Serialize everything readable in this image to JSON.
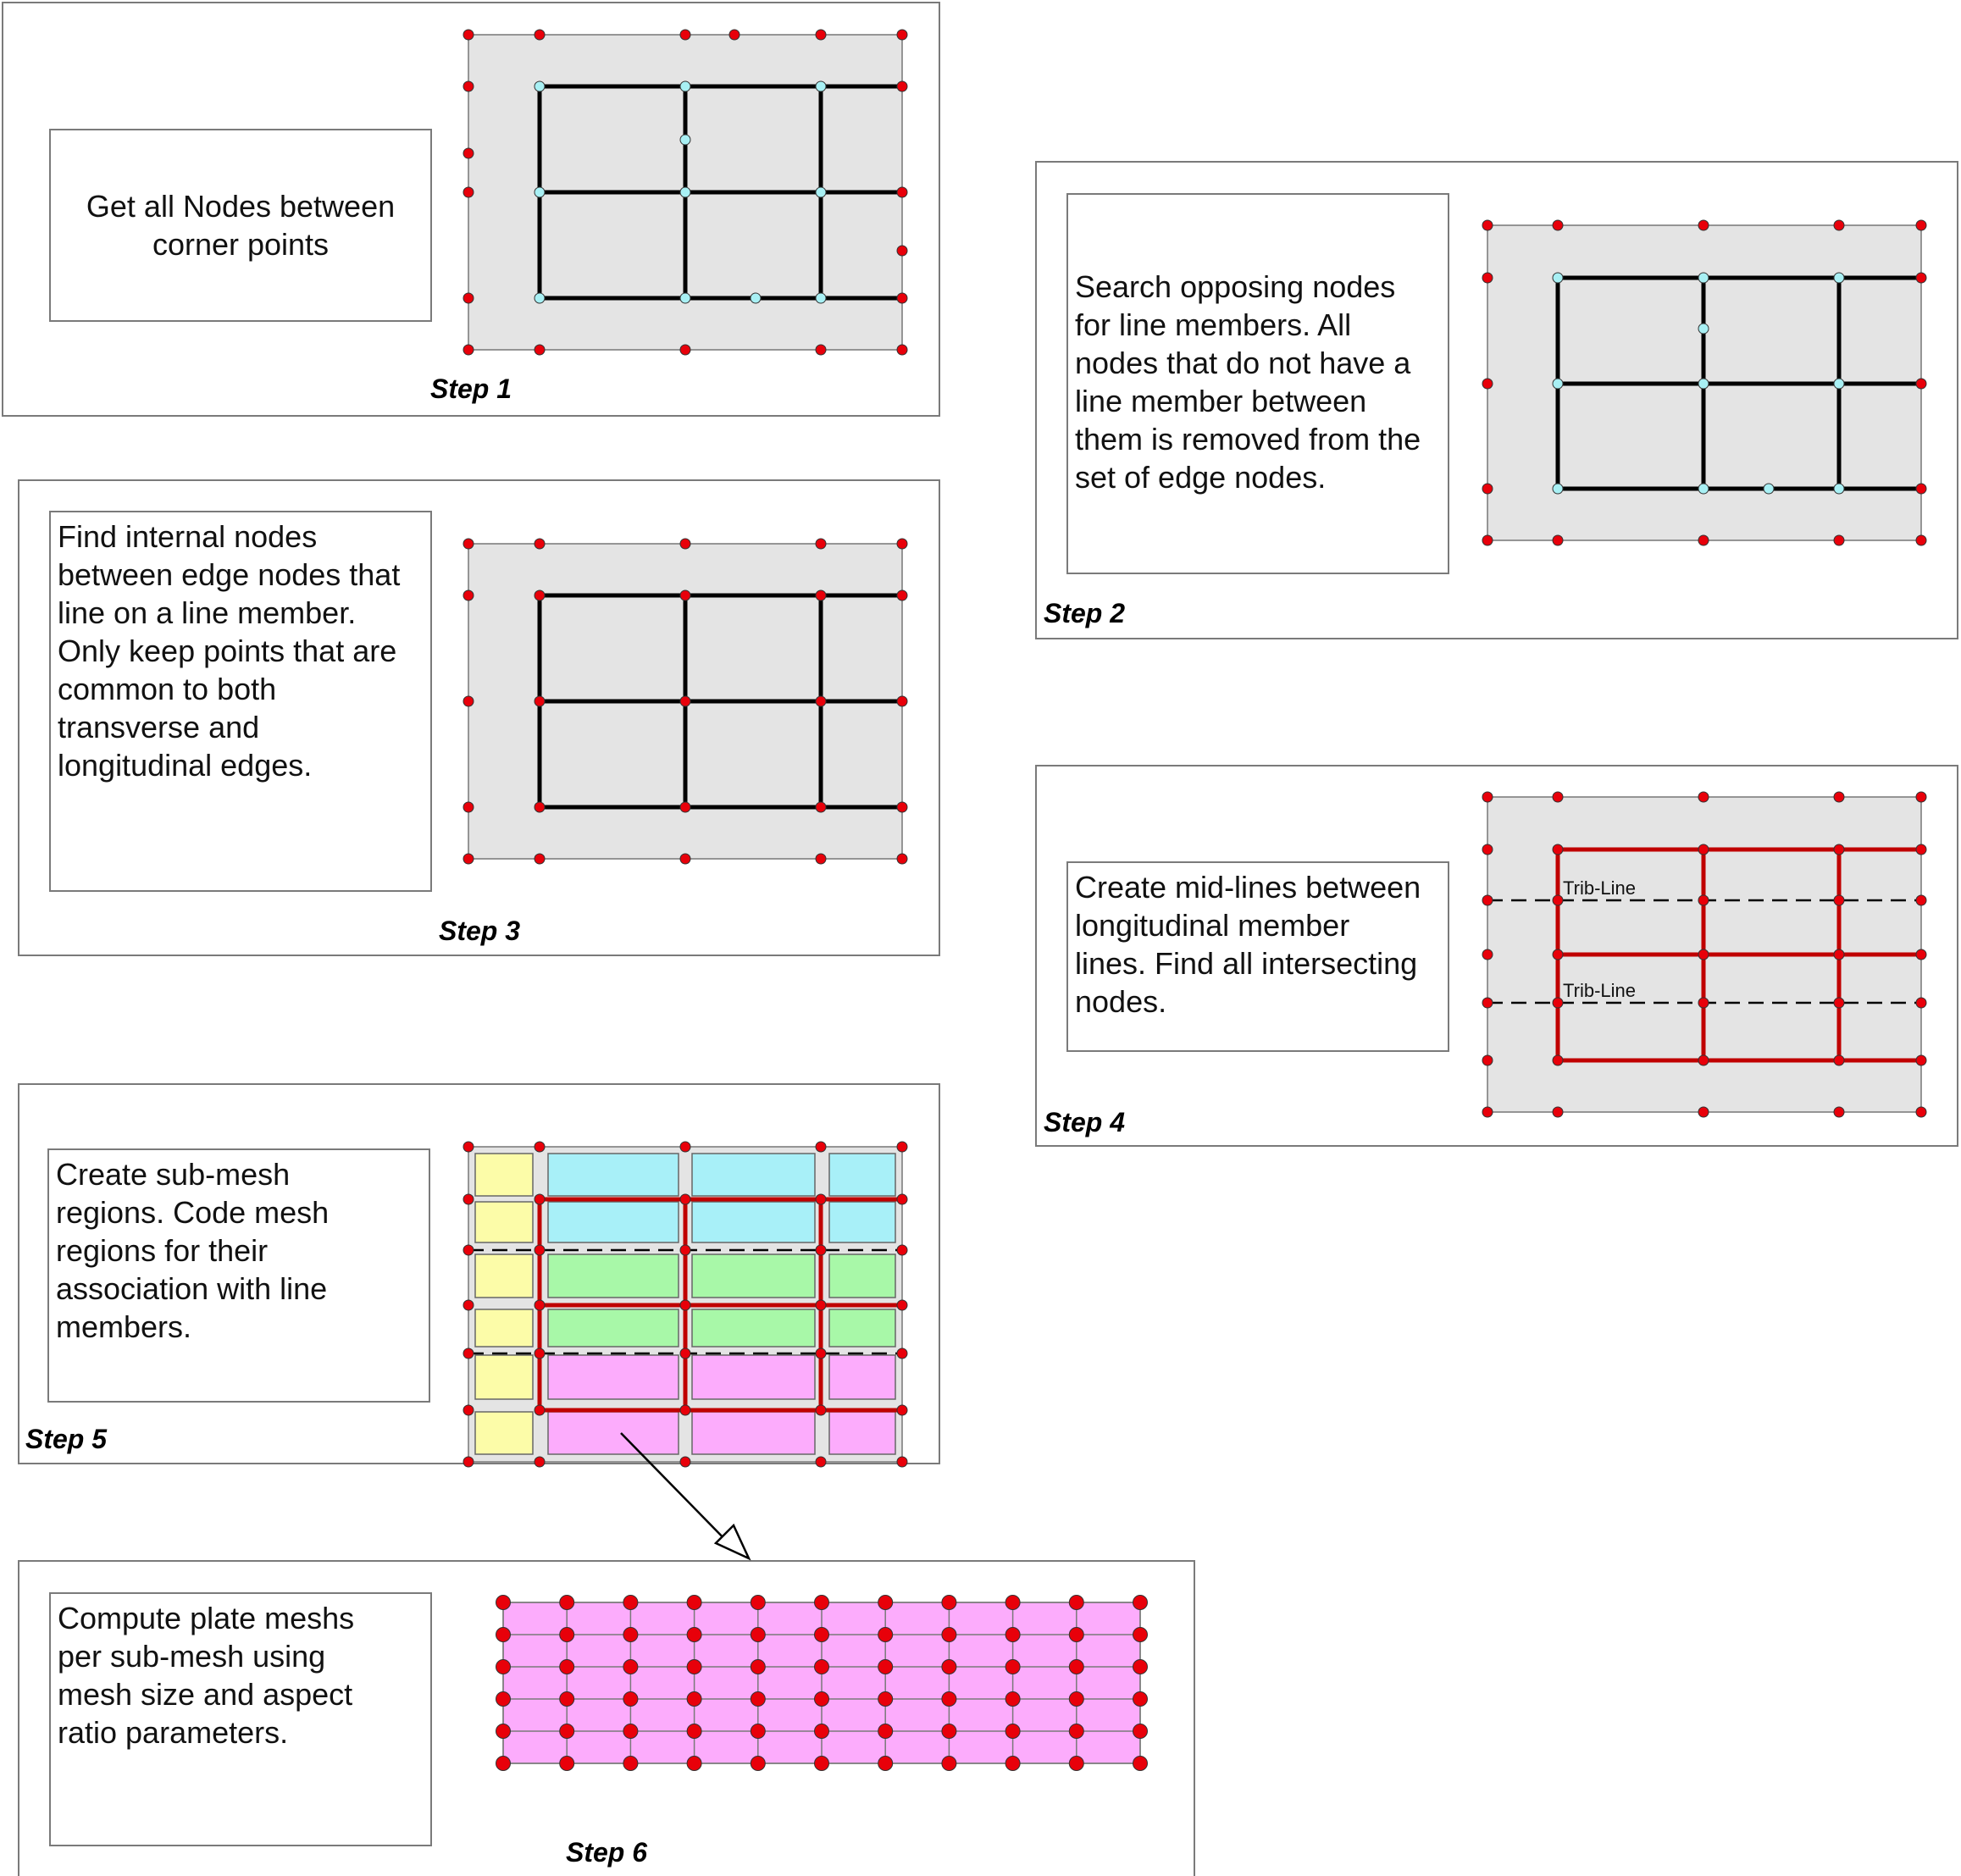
{
  "steps": {
    "s1": {
      "label": "Step 1",
      "text": "Get all Nodes between\ncorner points"
    },
    "s2": {
      "label": "Step 2",
      "text": "Search opposing nodes\nfor line members. All\nnodes that do not have a\nline member between\nthem is removed from the\nset of edge nodes."
    },
    "s3": {
      "label": "Step 3",
      "text": "Find internal nodes\nbetween edge nodes that\nline on a line member.\nOnly keep points that are\ncommon to both\ntransverse and\nlongitudinal edges."
    },
    "s4": {
      "label": "Step 4",
      "text": "Create mid-lines between\nlongitudinal member\nlines. Find all intersecting\nnodes.",
      "trib_label_1": "Trib-Line",
      "trib_label_2": "Trib-Line"
    },
    "s5": {
      "label": "Step 5",
      "text": "Create sub-mesh\nregions. Code mesh\nregions for their\nassociation with line\nmembers."
    },
    "s6": {
      "label": "Step 6",
      "text": "Compute plate meshs\nper sub-mesh using\nmesh size and aspect\nratio parameters."
    }
  },
  "colors": {
    "plate_fill": "#e4e4e4",
    "edge_node": "#e8000a",
    "internal_node": "#a8f0f4",
    "member_line": "#000000",
    "red_member_line": "#c00000",
    "region_yellow": "#fcfca8",
    "region_cyan": "#a8f0f8",
    "region_green": "#a8f8a8",
    "region_pink": "#fcacfc"
  },
  "icons": {
    "arrow": "arrow-pointing-to-step-6"
  }
}
